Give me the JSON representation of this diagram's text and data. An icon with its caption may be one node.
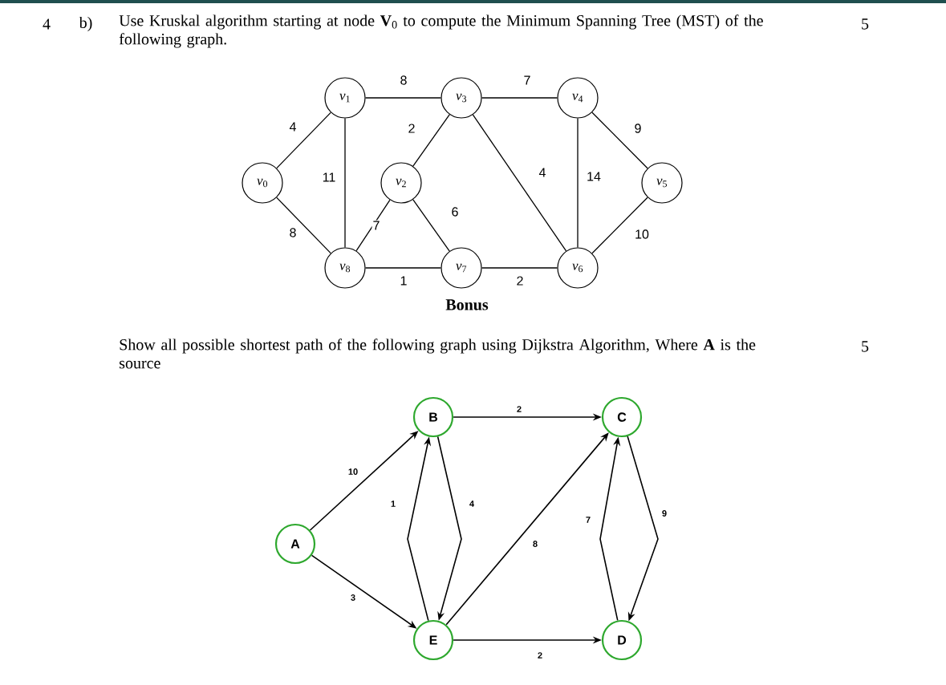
{
  "diagram": {
    "nodes": [
      {
        "text": [
          "*v*$_{0}$"
        ]
      },
      {
        "text": [
          "*v*$_{1}$"
        ]
      },
      {
        "text": [
          "*v*$_{2}$"
        ]
      },
      {
        "text": [
          "*v*$_{3}$"
        ]
      },
      {
        "text": [
          "*v*$_{4}$"
        ]
      },
      {
        "text": [
          "*v*$_{5}$"
        ]
      },
      {
        "text": [
          "*v*$_{6}$"
        ]
      },
      {
        "text": [
          "*v*$_{7}$"
        ]
      },
      {
        "text": [
          "*v*$_{8}$"
        ]
      },
      {
        "text": [
          "A"
        ]
      },
      {
        "text": [
          "B"
        ]
      },
      {
        "text": [
          "C"
        ]
      },
      {
        "text": [
          "D"
        ]
      },
      {
        "text": [
          "E"
        ]
      }
    ],
    "edges": [
      {
        "from": 0,
        "to": 1,
        "arrow": "none",
        "label": "4"
      },
      {
        "from": 0,
        "to": 8,
        "arrow": "none",
        "label": "8"
      },
      {
        "from": 1,
        "to": 3,
        "arrow": "none",
        "label": "8"
      },
      {
        "from": 1,
        "to": 8,
        "arrow": "none",
        "label": "11"
      },
      {
        "from": 3,
        "to": 2,
        "arrow": "none",
        "label": "2"
      },
      {
        "from": 2,
        "to": 8,
        "arrow": "none",
        "label": "7"
      },
      {
        "from": 2,
        "to": 7,
        "arrow": "none",
        "label": "6"
      },
      {
        "from": 3,
        "to": 4,
        "arrow": "none",
        "label": "7"
      },
      {
        "from": 3,
        "to": 6,
        "arrow": "none",
        "label": "4"
      },
      {
        "from": 4,
        "to": 6,
        "arrow": "none",
        "label": "14"
      },
      {
        "from": 4,
        "to": 5,
        "arrow": "none",
        "label": "9"
      },
      {
        "from": 5,
        "to": 6,
        "arrow": "none",
        "label": "10"
      },
      {
        "from": 8,
        "to": 7,
        "arrow": "none",
        "label": "1"
      },
      {
        "from": 7,
        "to": 6,
        "arrow": "none",
        "label": "2"
      },
      {
        "from": 9,
        "to": 10,
        "arrow": "to",
        "label": "10"
      },
      {
        "from": 9,
        "to": 13,
        "arrow": "to",
        "label": "3"
      },
      {
        "from": 13,
        "to": 10,
        "arrow": "to",
        "label": "1"
      },
      {
        "from": 10,
        "to": 13,
        "arrow": "to",
        "label": "4"
      },
      {
        "from": 10,
        "to": 11,
        "arrow": "to",
        "label": "2"
      },
      {
        "from": 13,
        "to": 11,
        "arrow": "to",
        "label": "8"
      },
      {
        "from": 13,
        "to": 12,
        "arrow": "to",
        "label": "2"
      },
      {
        "from": 12,
        "to": 11,
        "arrow": "to",
        "label": "7"
      },
      {
        "from": 11,
        "to": 12,
        "arrow": "to",
        "label": "9"
      }
    ],
    "labels": [
      "4",
      "b)",
      "Use Kruskal algorithm starting at node **V**$_{0}$ to compute the Minimum Spanning Tree (MST) of the following graph.",
      "5",
      "Bonus",
      "Show all possible shortest path of the following graph using Dijkstra Algorithm, Where **A** is the source",
      "5"
    ]
  }
}
